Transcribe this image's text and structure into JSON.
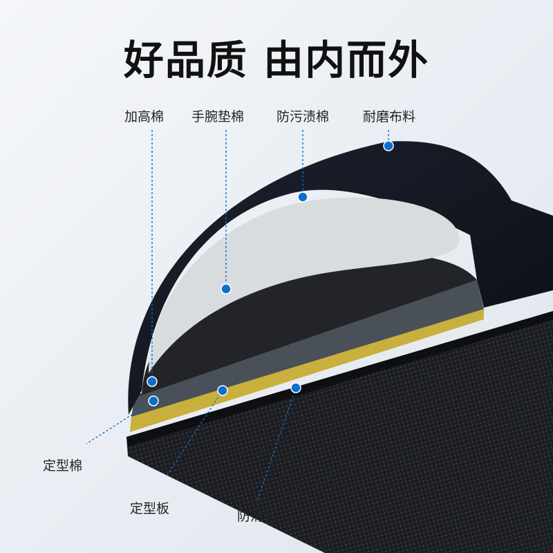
{
  "title": "好品质 由内而外",
  "labels": {
    "heightening_foam": "加高棉",
    "wrist_foam": "手腕垫棉",
    "stain_resistant_foam": "防污渍棉",
    "wear_resistant_fabric": "耐磨布料",
    "shaping_foam": "定型棉",
    "shaping_board": "定型板",
    "anti_slip_pad": "防滑垫"
  },
  "colors": {
    "accent": "#0b6fd0",
    "board": "#c9b03c"
  }
}
